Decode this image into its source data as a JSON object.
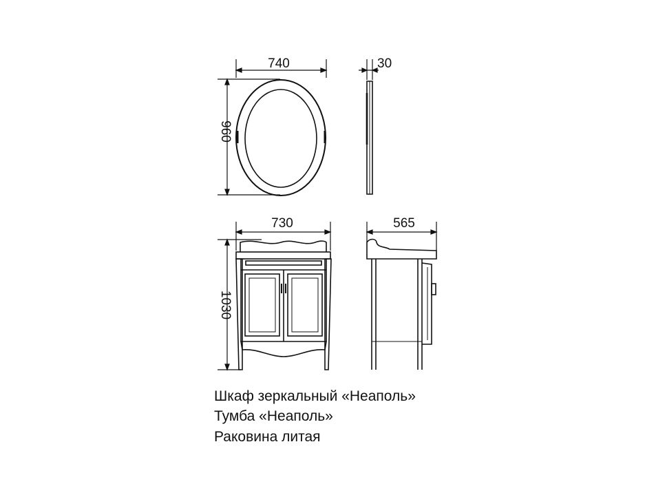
{
  "dimensions": {
    "mirror_width": "740",
    "mirror_depth": "30",
    "mirror_height": "960",
    "cabinet_width": "730",
    "cabinet_depth": "565",
    "cabinet_height": "1030"
  },
  "captions": {
    "line1": "Шкаф зеркальный «Неаполь»",
    "line2": "Тумба «Неаполь»",
    "line3": "Раковина литая"
  },
  "colors": {
    "line": "#111111",
    "background": "#ffffff"
  }
}
